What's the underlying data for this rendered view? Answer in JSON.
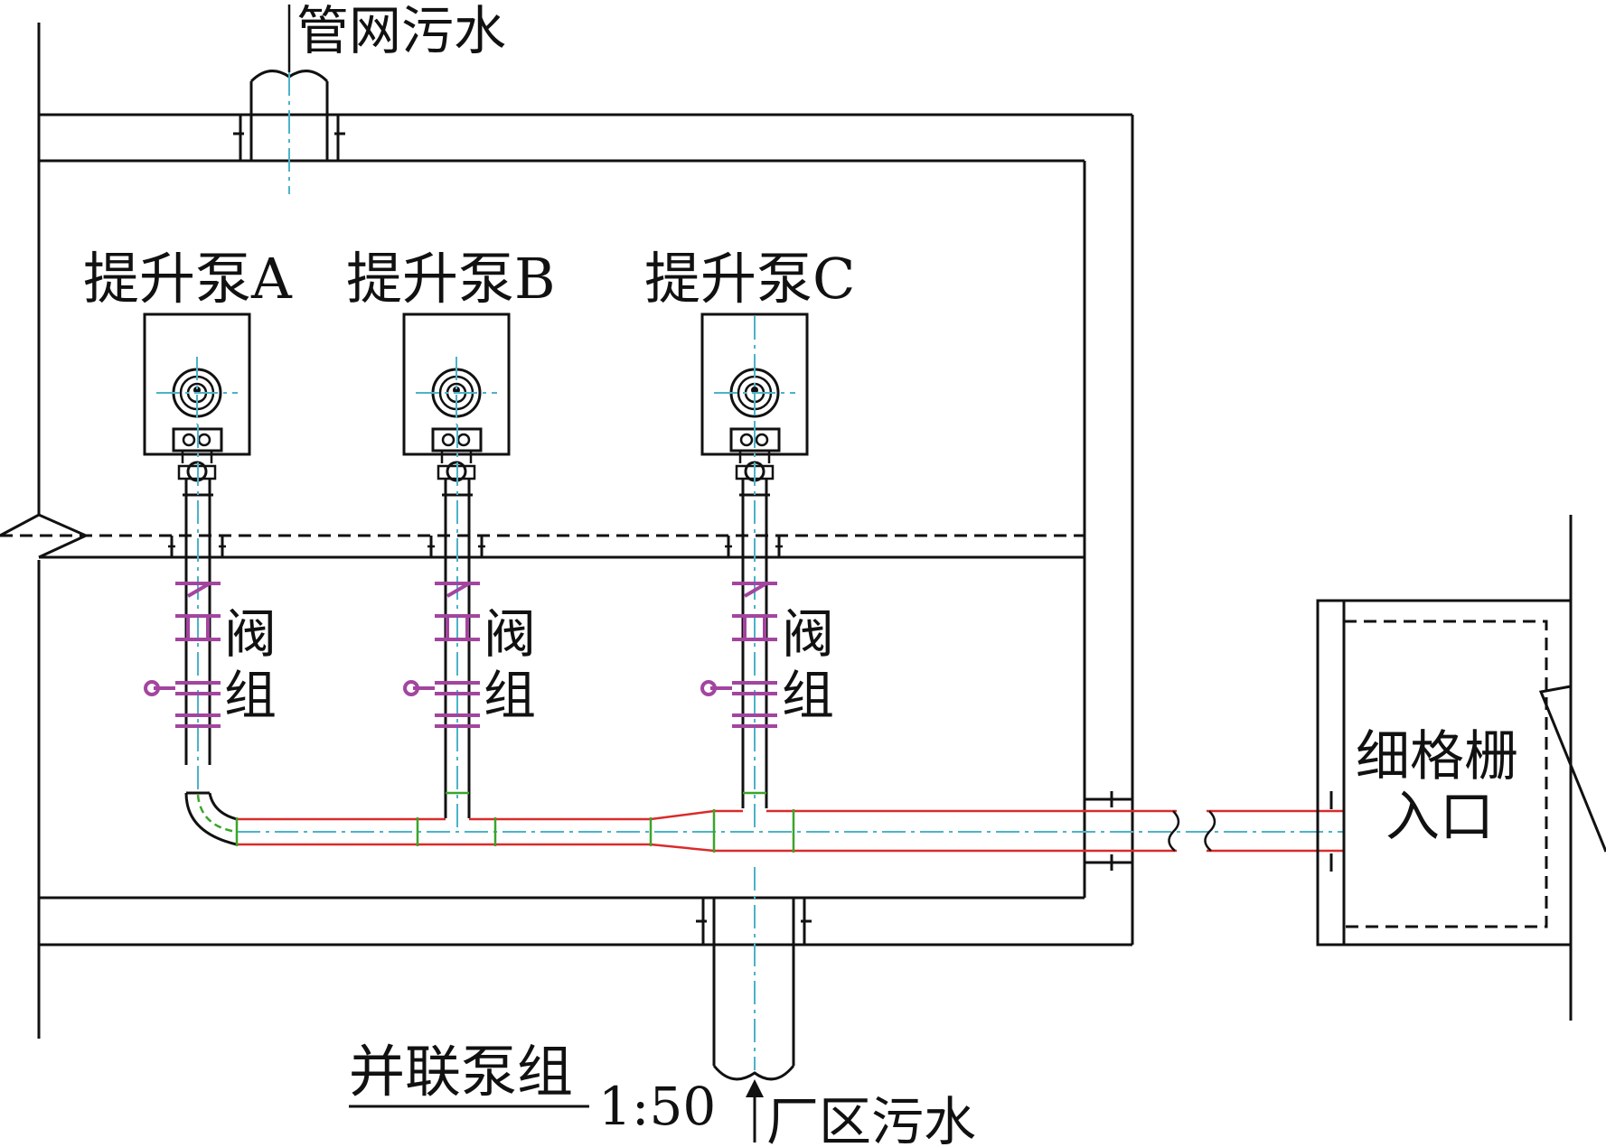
{
  "labels": {
    "network_sewage": "管网污水",
    "pump_a": "提升泵A",
    "pump_b": "提升泵B",
    "pump_c": "提升泵C",
    "valve_group_char1": "阀",
    "valve_group_char2": "组",
    "fine_screen_line1": "细格栅",
    "fine_screen_line2": "入口",
    "title": "并联泵组",
    "scale": "1:50",
    "plant_sewage": "厂区污水"
  },
  "colors": {
    "outline": "#111111",
    "centerline": "#4cb3c8",
    "pipe_wall": "#d92b2b",
    "joint": "#3aa52a",
    "valve": "#a3459f"
  }
}
